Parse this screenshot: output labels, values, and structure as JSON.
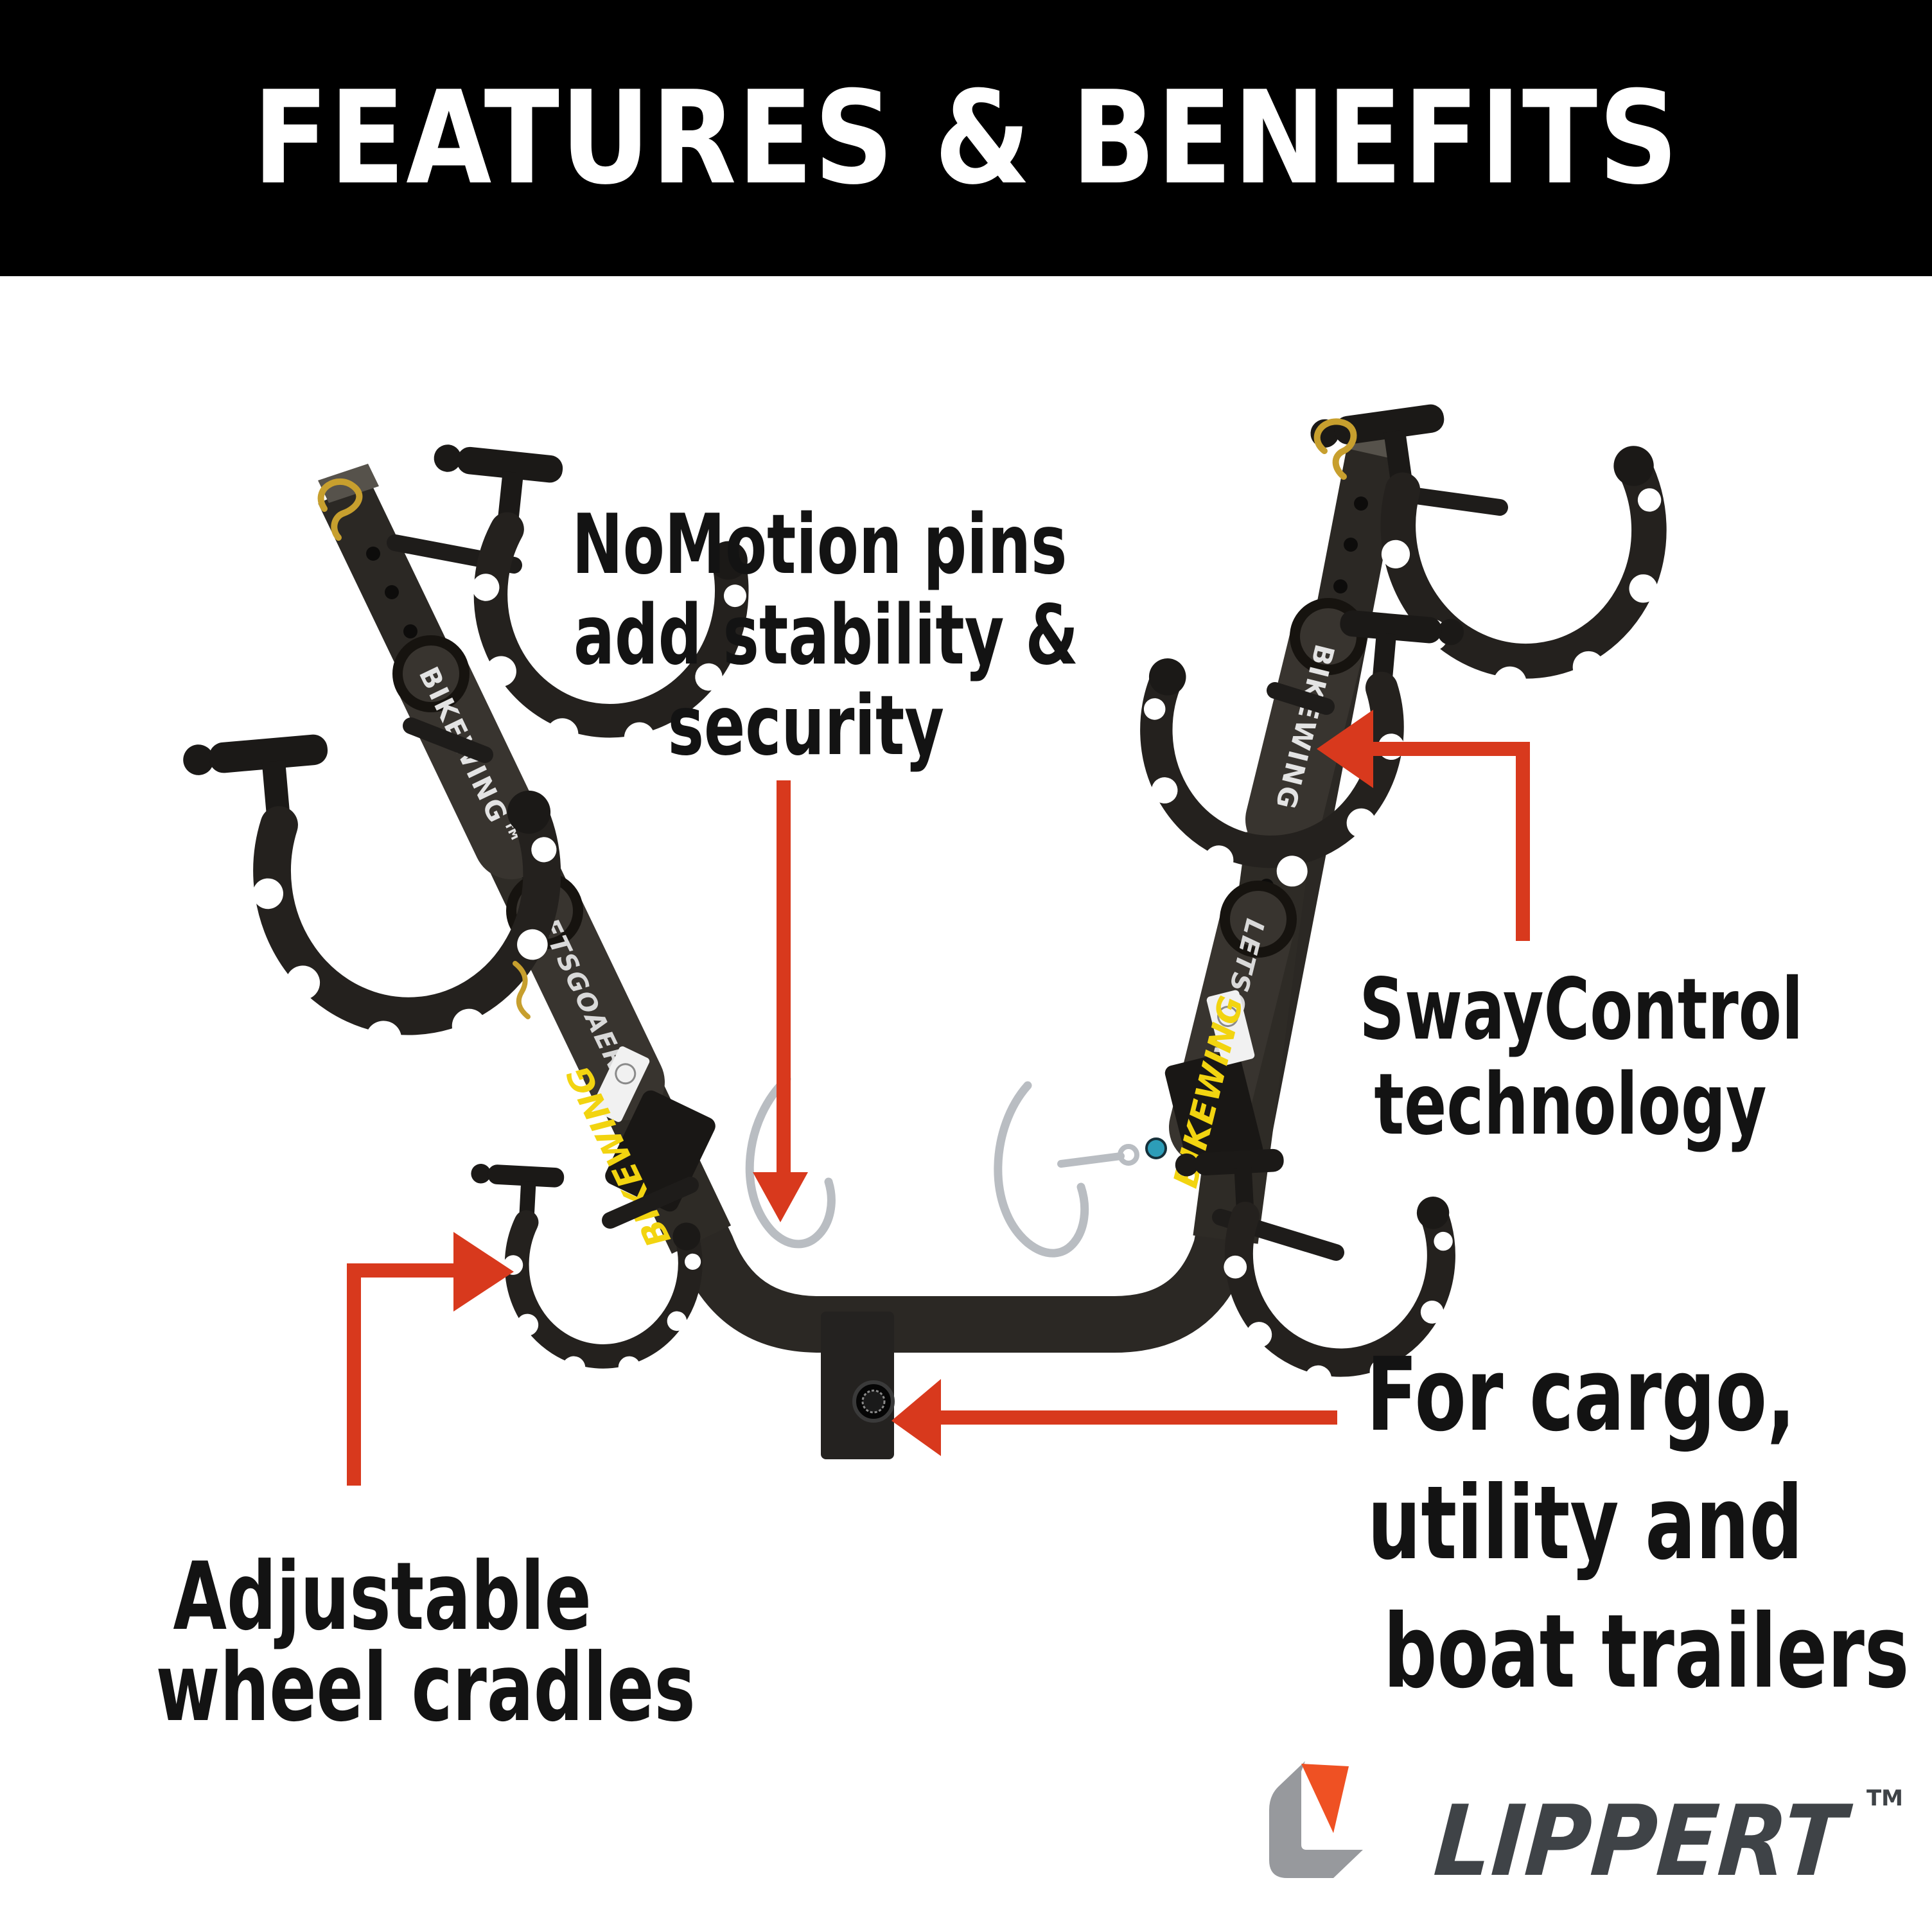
{
  "header": {
    "title": "FEATURES & BENEFITS"
  },
  "callouts": {
    "nomotion": {
      "line1": "NoMotion pins",
      "line2": "add stability &",
      "line3": "security"
    },
    "swaycontrol": {
      "line1": "SwayControl",
      "line2": "technology"
    },
    "cargo": {
      "line1": "For cargo,",
      "line2": "utility and",
      "line3": "boat trailers"
    },
    "cradles": {
      "line1": "Adjustable",
      "line2": "wheel cradles"
    }
  },
  "product": {
    "labels": {
      "bikewing_left_foam": "BIKEWING™",
      "letsgoaero_left": "LETSGOAERO",
      "bikewing_right_foam": "BIKEWING",
      "letsgoaero_right": "LETSGOAERO",
      "bikewing_yellow_left": "BIKEWING",
      "bikewing_yellow_right": "BIKEWING"
    }
  },
  "logo": {
    "wordmark": "LIPPERT",
    "trademark": "TM"
  },
  "colors": {
    "accent_arrow": "#d8391d",
    "banner_bg": "#000000",
    "banner_text": "#ffffff",
    "label_text": "#131313",
    "tube_black": "#2b2824",
    "foam_black": "#38342f",
    "product_yellow": "#f2d410",
    "gold_clip": "#c79f2e",
    "silver_clip": "#b9bdc2",
    "teal_screw": "#2d9db8",
    "logo_orange": "#ef5123",
    "logo_gray": "#97999d",
    "logo_text": "#3f4347"
  }
}
